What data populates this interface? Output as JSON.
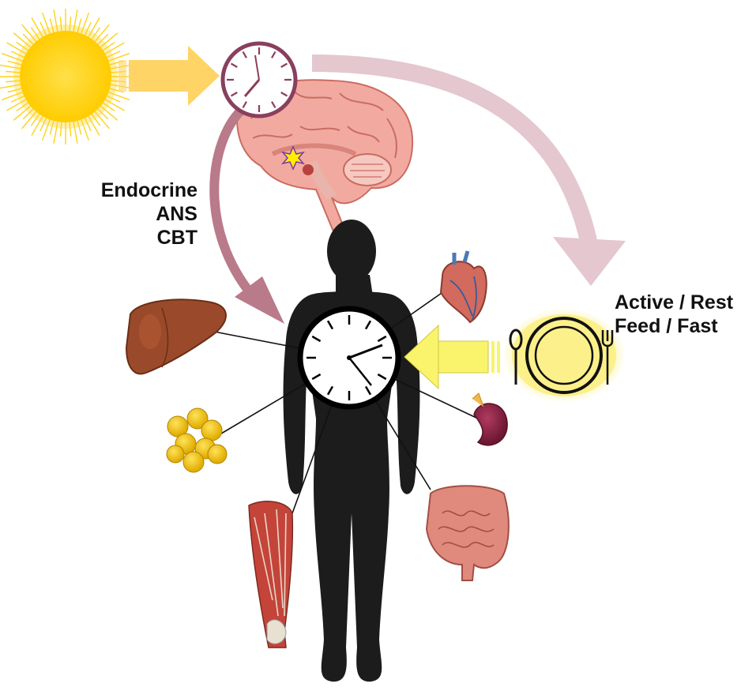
{
  "labels": {
    "pathways": [
      "Endocrine",
      "ANS",
      "CBT"
    ],
    "behaviors": [
      "Active / Rest",
      "Feed / Fast"
    ]
  },
  "icons": {
    "light_source": "sun-icon",
    "central_clock": "master-clock-icon",
    "brain": "brain-icon",
    "scn": "scn-star-icon",
    "meal": "plate-fork-spoon-icon",
    "body": "human-silhouette-icon",
    "body_clock": "peripheral-clock-icon",
    "organs": [
      "liver-icon",
      "heart-icon",
      "adipose-icon",
      "kidney-icon",
      "muscle-icon",
      "intestine-icon"
    ]
  },
  "colors": {
    "sun": "#ffd21a",
    "sun_arrow": "#ffd466",
    "clock_ring": "#8a3f5e",
    "central_arrow": "#b97a8a",
    "behavior_arrow": "#e4c7cf",
    "food_arrow": "#f9f46b",
    "plate_glow": "#fbf08a",
    "silhouette": "#1c1c1c",
    "liver": "#9a4a2a",
    "adipose": "#f0c30a",
    "kidney": "#8a2243",
    "muscle": "#c4443a",
    "intestine": "#e08a7e",
    "heart": "#d26a5e",
    "brain": "#f2aaa0"
  }
}
